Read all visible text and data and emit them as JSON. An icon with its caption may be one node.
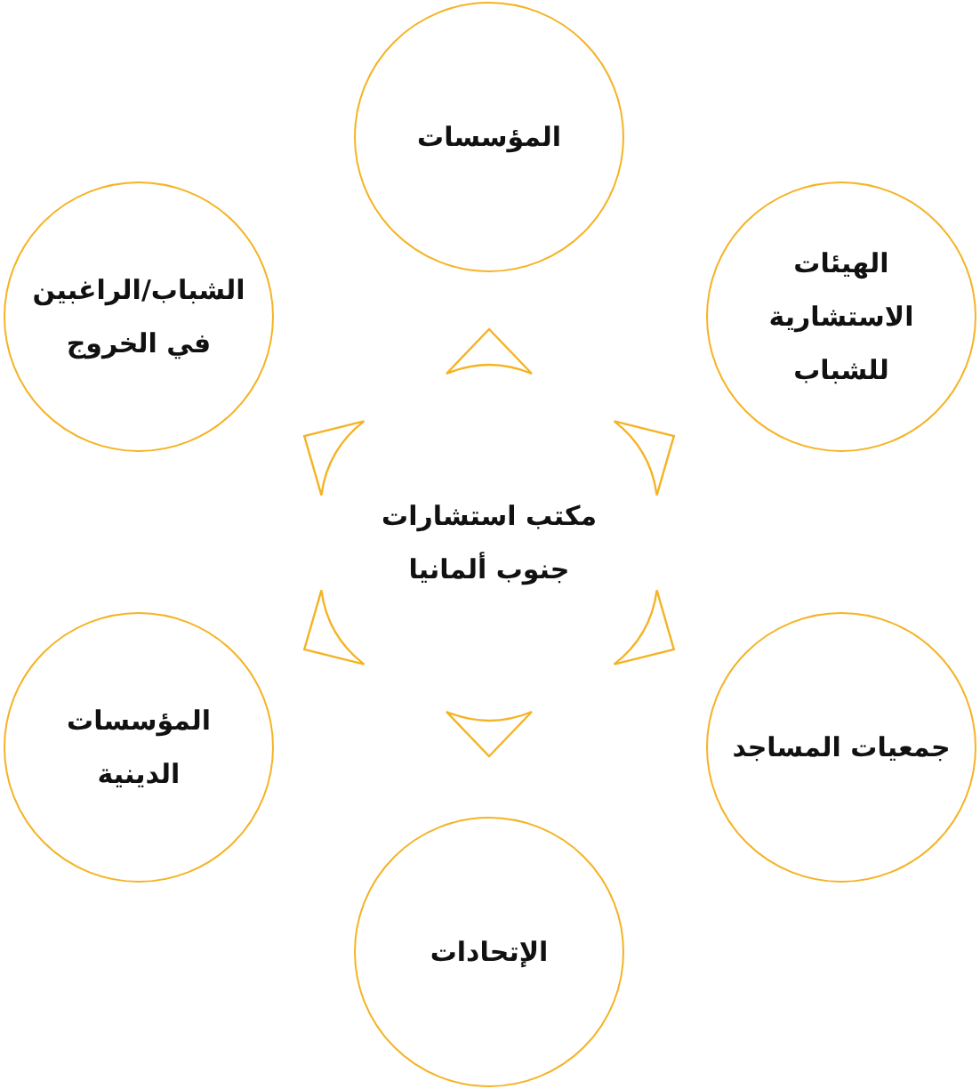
{
  "diagram": {
    "nodes": [
      {
        "text": [
          "مكتب استشارات جنوب ألمانيا"
        ]
      },
      {
        "text": [
          "المؤسسات"
        ]
      },
      {
        "text": [
          "الهيئات الاستشارية للشباب"
        ]
      },
      {
        "text": [
          "جمعيات المساجد"
        ]
      },
      {
        "text": [
          "الإتحادات"
        ]
      },
      {
        "text": [
          "المؤسسات الدينية"
        ]
      },
      {
        "text": [
          "الشباب/الراغبين في الخروج"
        ]
      }
    ]
  }
}
